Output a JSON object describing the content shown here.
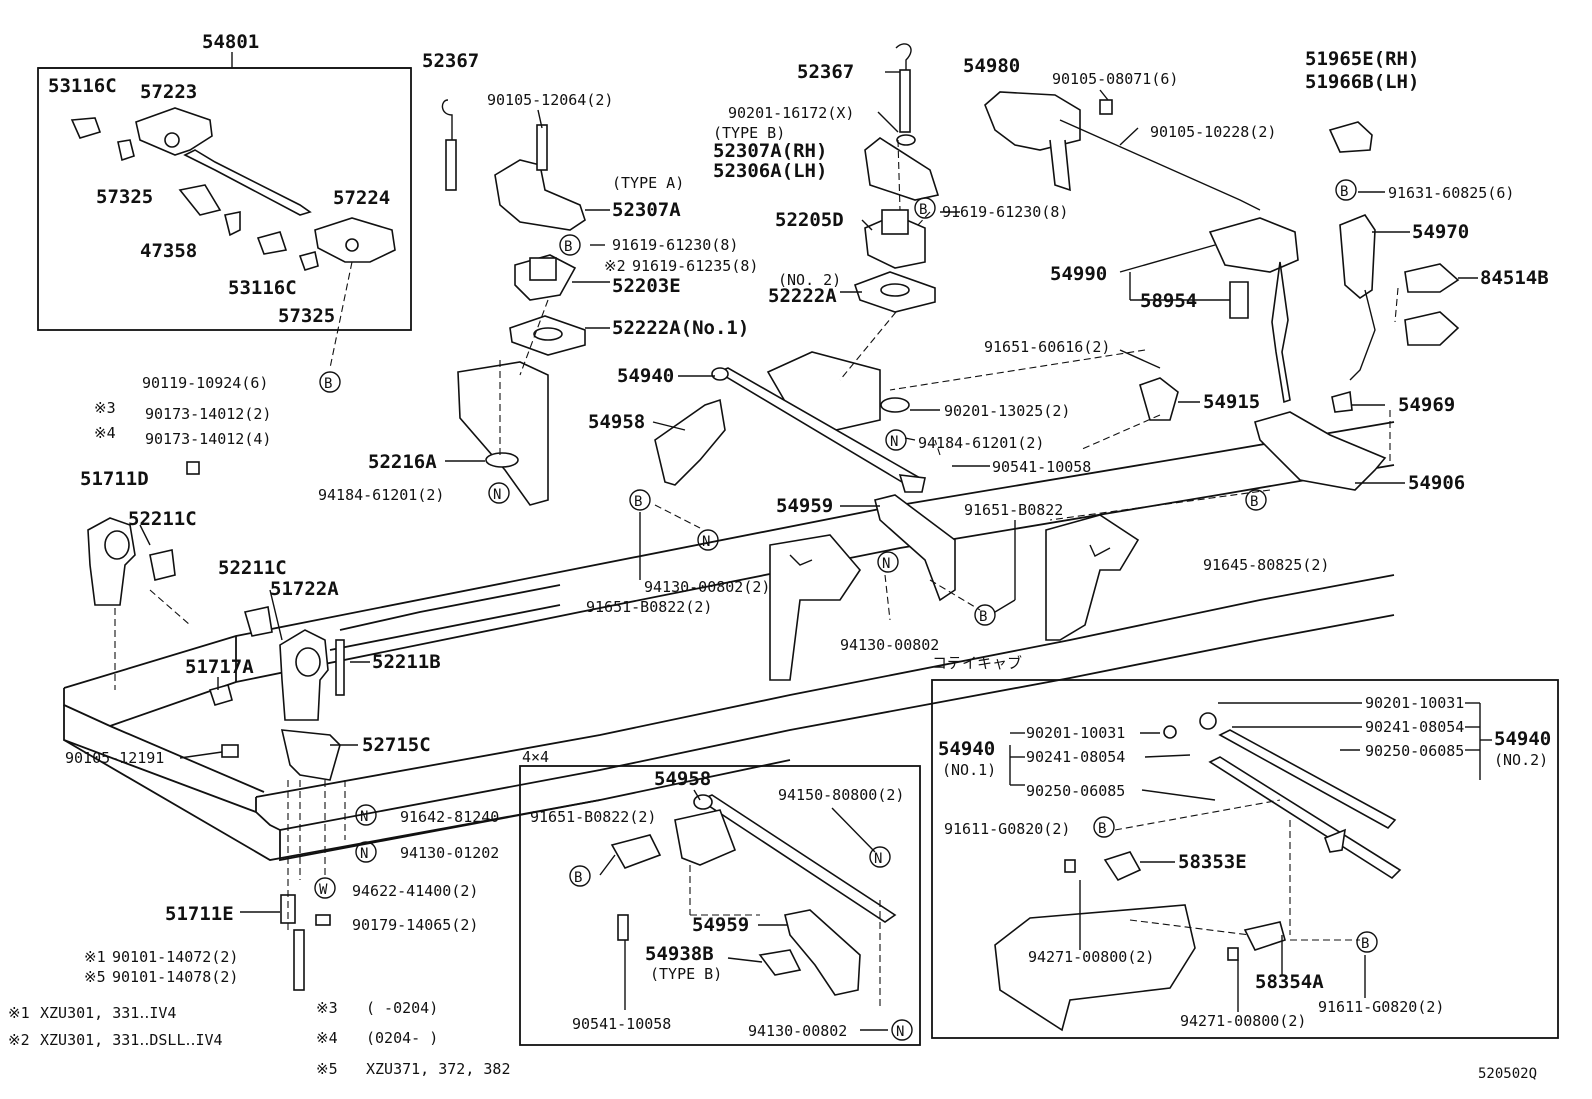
{
  "labels": {
    "p54801": "54801",
    "p53116c_a": "53116C",
    "p57223": "57223",
    "p57325_a": "57325",
    "p47358": "47358",
    "p57224": "57224",
    "p53116c_b": "53116C",
    "p57325_b": "57325",
    "p52367_a": "52367",
    "b90105_12064": "90105-12064(2)",
    "typeA": "(TYPE A)",
    "p52307a_a": "52307A",
    "b91619_61230_a": "91619-61230(8)",
    "ref2": "※2",
    "b91619_61235": "91619-61235(8)",
    "p52203e": "52203E",
    "p52222a_no1": "52222A(No.1)",
    "p52367_b": "52367",
    "b90201_16172": "90201-16172(X)",
    "typeB_a": "(TYPE B)",
    "p52307a_rh": "52307A(RH)",
    "p52306a_lh": "52306A(LH)",
    "p52205d": "52205D",
    "b91619_61230_b": "91619-61230(8)",
    "no2": "(NO. 2)",
    "p52222a_b": "52222A",
    "p54980": "54980",
    "b90105_08071": "90105-08071(6)",
    "b90105_10228": "90105-10228(2)",
    "p51965e": "51965E(RH)",
    "p51966b": "51966B(LH)",
    "b91631_60825": "91631-60825(6)",
    "p54970": "54970",
    "p84514b": "84514B",
    "p54990": "54990",
    "p58954": "58954",
    "b91651_60616": "91651-60616(2)",
    "p54915": "54915",
    "p54969": "54969",
    "p54906": "54906",
    "b91645_80825": "91645-80825(2)",
    "b90119_10924": "90119-10924(6)",
    "ref3": "※3",
    "b90173_14012_2": "90173-14012(2)",
    "ref4": "※4",
    "b90173_14012_4": "90173-14012(4)",
    "p54940": "54940",
    "p54958": "54958",
    "b90201_13025": "90201-13025(2)",
    "b94184_61201_a": "94184-61201(2)",
    "b90541_10058_a": "90541-10058",
    "p52216a": "52216A",
    "b94184_61201_b": "94184-61201(2)",
    "p54959": "54959",
    "b91651_b0822_a": "91651-B0822",
    "p51711d": "51711D",
    "p52211c_a": "52211C",
    "b94130_00802_2": "94130-00802(2)",
    "b91651_b0822_2": "91651-B0822(2)",
    "p52211c_b": "52211C",
    "p51722a": "51722A",
    "b94130_00802_b": "94130-00802",
    "kotei": "コテイキャブ",
    "p52211b": "52211B",
    "p51717a": "51717A",
    "p52715c": "52715C",
    "b90105_12191": "90105-12191",
    "b91642_81240": "91642-81240",
    "b94130_01202": "94130-01202",
    "b94622_41400": "94622-41400(2)",
    "p51711e": "51711E",
    "b90179_14065": "90179-14065(2)",
    "ref1a": "※1",
    "b90101_14072": "90101-14072(2)",
    "ref5a": "※5",
    "b90101_14078": "90101-14078(2)",
    "fourx4": "4×4",
    "p54958_4x4": "54958",
    "b94150_80800": "94150-80800(2)",
    "b91651_b0822_4x4": "91651-B0822(2)",
    "p54959_4x4": "54959",
    "p54938b": "54938B",
    "typeB_b": "(TYPE B)",
    "b90541_10058_b": "90541-10058",
    "b94130_00802_c": "94130-00802",
    "b90201_10031_r": "90201-10031",
    "b90241_08054_r": "90241-08054",
    "b90250_06085_r": "90250-06085",
    "p54940_no2a": "54940",
    "p54940_no2b": "(NO.2)",
    "p54940_no1a": "54940",
    "p54940_no1b": "(NO.1)",
    "b90201_10031_l": "90201-10031",
    "b90241_08054_l": "90241-08054",
    "b90250_06085_l": "90250-06085",
    "b91611_g0820_a": "91611-G0820(2)",
    "p58353e": "58353E",
    "b94271_00800_a": "94271-00800(2)",
    "p58354a": "58354A",
    "b91611_g0820_b": "91611-G0820(2)",
    "b94271_00800_b": "94271-00800(2)",
    "code": "520502Q"
  },
  "callouts": {
    "B": "B",
    "N": "N",
    "W": "W"
  },
  "footnotes": [
    {
      "mark": "※1",
      "text": "XZU301, 331‥IV4"
    },
    {
      "mark": "※2",
      "text": "XZU301, 331‥DSLL‥IV4"
    },
    {
      "mark": "※3",
      "text": "(        -0204)"
    },
    {
      "mark": "※4",
      "text": "(0204-        )"
    },
    {
      "mark": "※5",
      "text": "XZU371, 372, 382"
    }
  ]
}
